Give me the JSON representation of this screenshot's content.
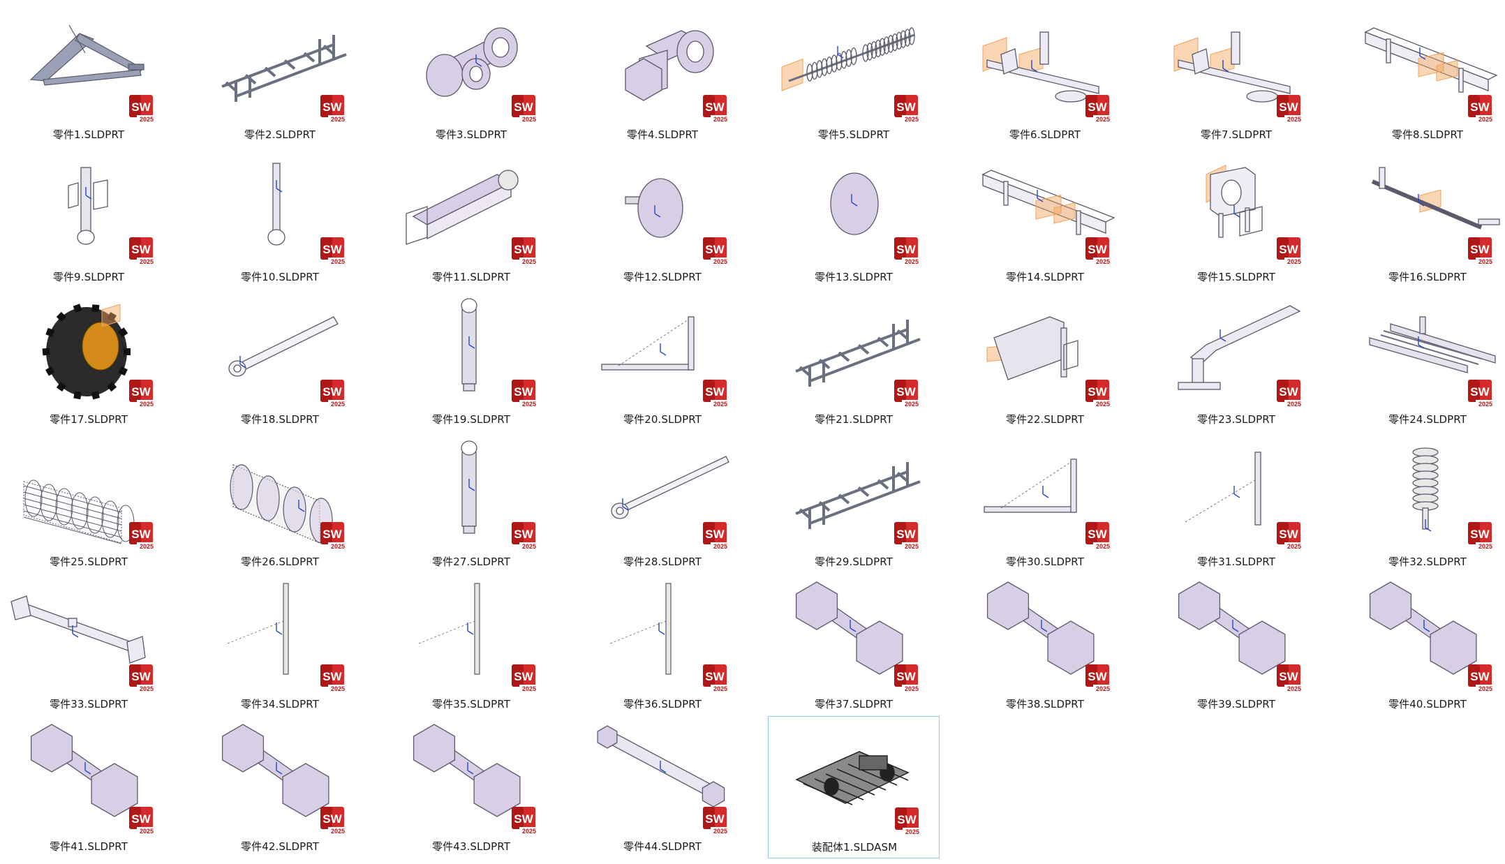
{
  "window": {
    "view": "thumbnail-grid",
    "selected_index": 44
  },
  "colors": {
    "part_fill": "#d8cfe6",
    "part_stroke": "#5a5a6a",
    "steel": "#6b7080",
    "badge_red": "#d42a2a",
    "selection_border": "#8ec8e8",
    "plane_orange": "#f3a35a",
    "axis_blue": "#2448c8"
  },
  "badge": {
    "text": "SW",
    "year": "2025",
    "icon": "solidworks-icon"
  },
  "files": [
    {
      "name": "零件1.SLDPRT",
      "shape": "frame-triangle"
    },
    {
      "name": "零件2.SLDPRT",
      "shape": "frame-ladder"
    },
    {
      "name": "零件3.SLDPRT",
      "shape": "tee-cylinder"
    },
    {
      "name": "零件4.SLDPRT",
      "shape": "hex-elbow"
    },
    {
      "name": "零件5.SLDPRT",
      "shape": "spring-rod"
    },
    {
      "name": "零件6.SLDPRT",
      "shape": "bracket-bar"
    },
    {
      "name": "零件7.SLDPRT",
      "shape": "bracket-bar"
    },
    {
      "name": "零件8.SLDPRT",
      "shape": "beam-plane"
    },
    {
      "name": "零件9.SLDPRT",
      "shape": "eye-rod-clamp"
    },
    {
      "name": "零件10.SLDPRT",
      "shape": "eye-rod"
    },
    {
      "name": "零件11.SLDPRT",
      "shape": "box-arm"
    },
    {
      "name": "零件12.SLDPRT",
      "shape": "disc-hub"
    },
    {
      "name": "零件13.SLDPRT",
      "shape": "disc"
    },
    {
      "name": "零件14.SLDPRT",
      "shape": "beam-plane"
    },
    {
      "name": "零件15.SLDPRT",
      "shape": "block-clamp"
    },
    {
      "name": "零件16.SLDPRT",
      "shape": "crank-shaft"
    },
    {
      "name": "零件17.SLDPRT",
      "shape": "tire"
    },
    {
      "name": "零件18.SLDPRT",
      "shape": "link-rod"
    },
    {
      "name": "零件19.SLDPRT",
      "shape": "cylinder-vertical"
    },
    {
      "name": "零件20.SLDPRT",
      "shape": "angle-flat"
    },
    {
      "name": "零件21.SLDPRT",
      "shape": "frame-ladder"
    },
    {
      "name": "零件22.SLDPRT",
      "shape": "plate-bracket"
    },
    {
      "name": "零件23.SLDPRT",
      "shape": "bent-bar"
    },
    {
      "name": "零件24.SLDPRT",
      "shape": "frame-rail"
    },
    {
      "name": "零件25.SLDPRT",
      "shape": "cage-roller"
    },
    {
      "name": "零件26.SLDPRT",
      "shape": "drum-roller"
    },
    {
      "name": "零件27.SLDPRT",
      "shape": "cylinder-vertical"
    },
    {
      "name": "零件28.SLDPRT",
      "shape": "link-rod-long"
    },
    {
      "name": "零件29.SLDPRT",
      "shape": "frame-ladder"
    },
    {
      "name": "零件30.SLDPRT",
      "shape": "angle-flat"
    },
    {
      "name": "零件31.SLDPRT",
      "shape": "angle-tall"
    },
    {
      "name": "零件32.SLDPRT",
      "shape": "spring-stack"
    },
    {
      "name": "零件33.SLDPRT",
      "shape": "tube-arm"
    },
    {
      "name": "零件34.SLDPRT",
      "shape": "thin-pin"
    },
    {
      "name": "零件35.SLDPRT",
      "shape": "thin-pin"
    },
    {
      "name": "零件36.SLDPRT",
      "shape": "thin-pin"
    },
    {
      "name": "零件37.SLDPRT",
      "shape": "bolt"
    },
    {
      "name": "零件38.SLDPRT",
      "shape": "bolt"
    },
    {
      "name": "零件39.SLDPRT",
      "shape": "bolt"
    },
    {
      "name": "零件40.SLDPRT",
      "shape": "bolt"
    },
    {
      "name": "零件41.SLDPRT",
      "shape": "bolt"
    },
    {
      "name": "零件42.SLDPRT",
      "shape": "bolt"
    },
    {
      "name": "零件43.SLDPRT",
      "shape": "bolt"
    },
    {
      "name": "零件44.SLDPRT",
      "shape": "bolt-long"
    },
    {
      "name": "装配体1.SLDASM",
      "shape": "assembly"
    }
  ]
}
